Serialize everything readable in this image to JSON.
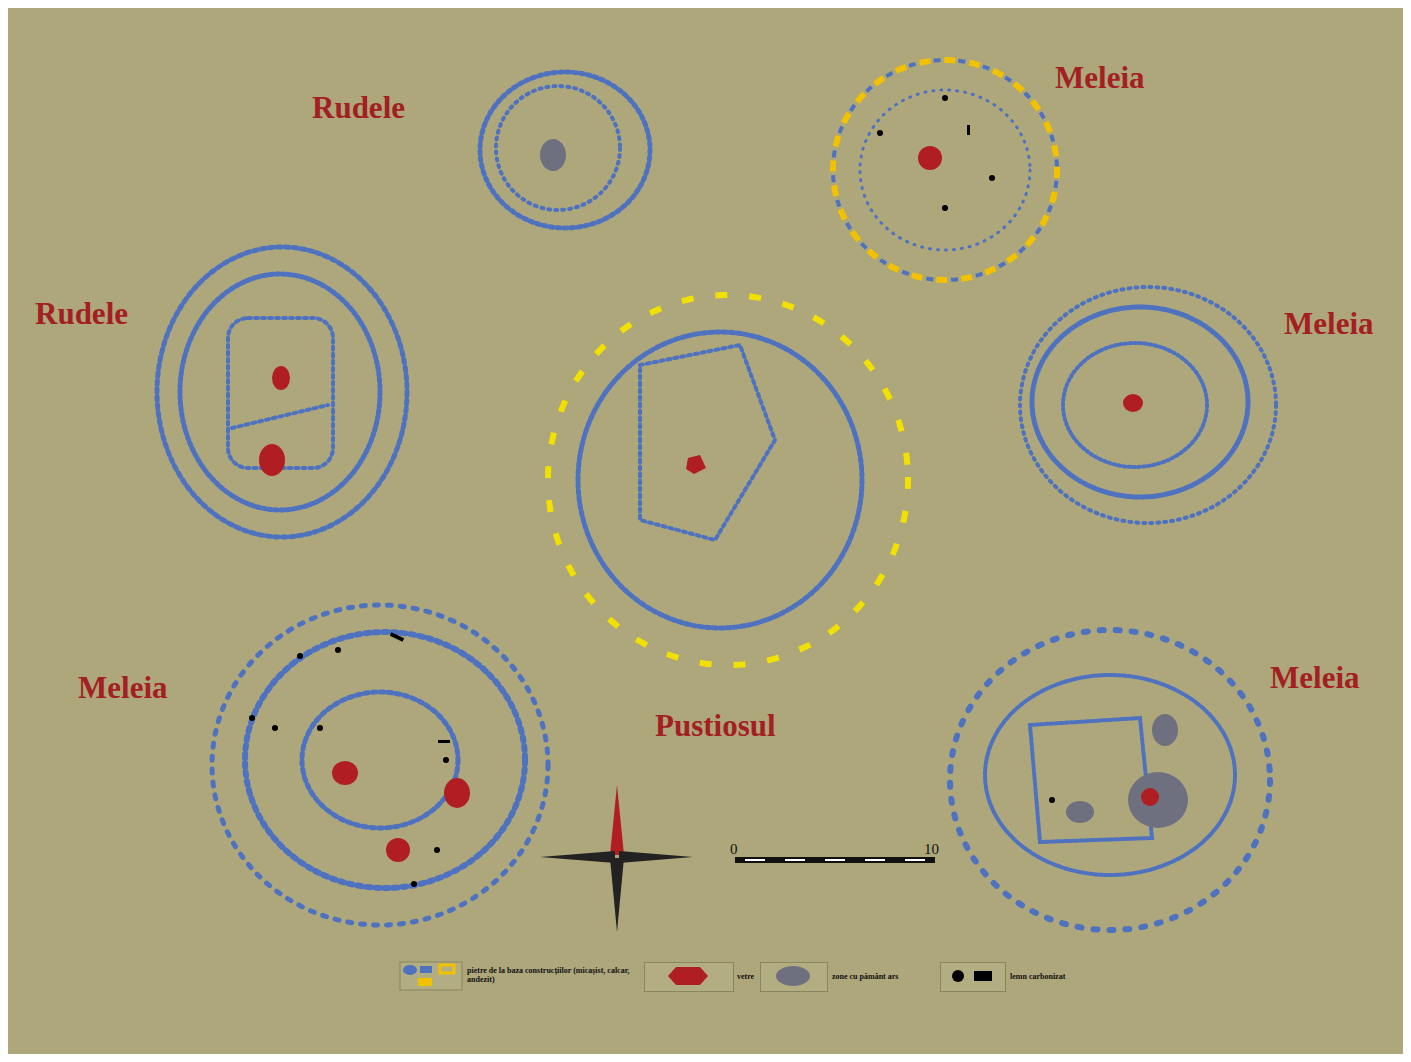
{
  "diagram": {
    "labels": [
      "Rudele",
      "Meleia",
      "Rudele",
      "Meleia",
      "Pustiosul",
      "Meleia",
      "Meleia",
      "0",
      "10"
    ],
    "legend": [
      {
        "text": "pietre de la baza construcțiilor (micașist, calcar, andezit)"
      },
      {
        "text": "vetre",
        "color": "#b01e23"
      },
      {
        "text": "zone cu pământ ars",
        "color": "#6e707f"
      },
      {
        "text": "lemn carbonizat",
        "color": "#000000"
      }
    ]
  }
}
